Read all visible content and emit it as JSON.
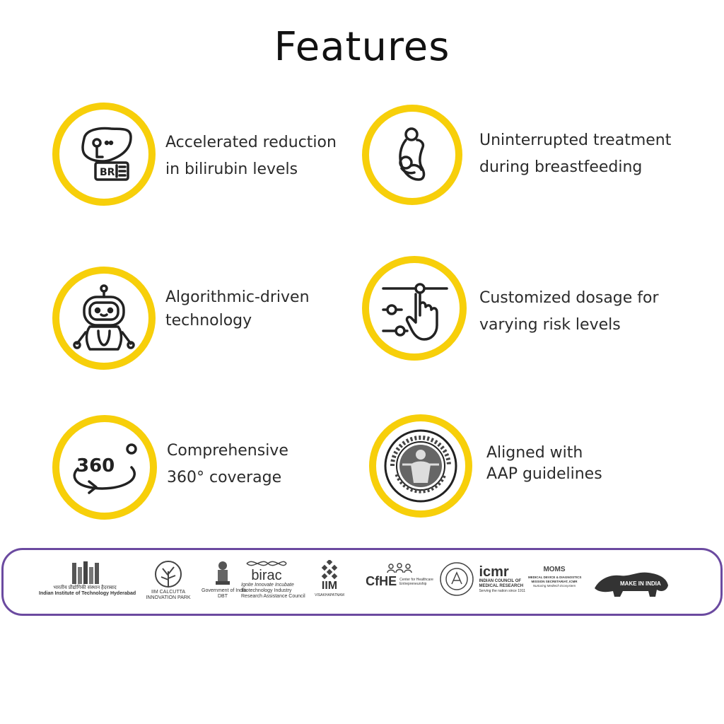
{
  "title": "Features",
  "features": [
    {
      "icon": "liver-bilirubin-icon",
      "line1": "Accelerated reduction",
      "line2": "in bilirubin levels",
      "badge": "BR"
    },
    {
      "icon": "breastfeeding-mother-icon",
      "line1": "Uninterrupted treatment",
      "line2": "during breastfeeding"
    },
    {
      "icon": "robot-icon",
      "line1": "Algorithmic-driven",
      "line2": "technology"
    },
    {
      "icon": "slider-touch-icon",
      "line1": "Customized dosage for",
      "line2": "varying risk levels"
    },
    {
      "icon": "360-rotation-icon",
      "line1": "Comprehensive",
      "line2": "360° coverage",
      "badge": "360"
    },
    {
      "icon": "aap-seal-icon",
      "line1": "Aligned with",
      "line2": "AAP guidelines"
    }
  ],
  "partners": {
    "iith": {
      "hindi": "भारतीय प्रौद्योगिकी संस्थान हैदराबाद",
      "name": "Indian Institute of Technology Hyderabad"
    },
    "iimc": {
      "line1": "IIM CALCUTTA",
      "line2": "INNOVATION PARK"
    },
    "goi": {
      "line1": "Government of India",
      "line2": "DBT"
    },
    "birac": {
      "name": "birac",
      "tagline": "Ignite Innovate Incubate",
      "line1": "Biotechnology Industry",
      "line2": "Research Assistance Council"
    },
    "iimv": {
      "name": "IIM",
      "sub": "VISAKHAPATNAM"
    },
    "cfhe": {
      "name": "CfHE",
      "line1": "Center for Healthcare",
      "line2": "Entrepreneurship"
    },
    "icmr": {
      "name": "icmr",
      "line1": "INDIAN COUNCIL OF",
      "line2": "MEDICAL RESEARCH",
      "line3": "Serving the nation since 1911"
    },
    "moms": {
      "name": "MOMS",
      "line1": "MEDICAL DEVICE & DIAGNOSTICS",
      "line2": "MISSION SECRETARIAT, ICMR",
      "line3": "Nurturing Medtech Ecosystem"
    },
    "makeinindia": {
      "name": "MAKE IN INDIA"
    }
  },
  "colors": {
    "ring": "#f7cf0a",
    "border": "#6b4aa0",
    "text": "#2b2b2b"
  }
}
